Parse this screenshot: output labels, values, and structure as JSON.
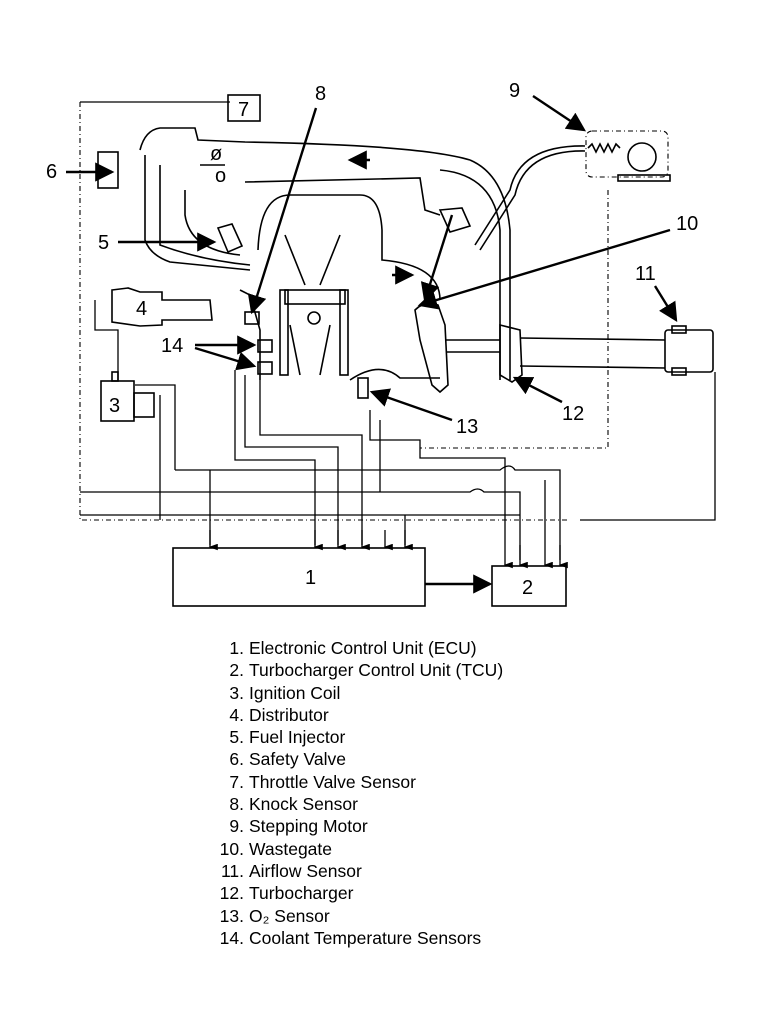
{
  "diagram": {
    "callouts": [
      "1",
      "2",
      "3",
      "4",
      "5",
      "6",
      "7",
      "8",
      "9",
      "10",
      "11",
      "12",
      "13",
      "14"
    ],
    "components": {
      "ecu": "1",
      "tcu": "2",
      "ignition_coil": "3",
      "distributor": "4",
      "fuel_injector": "5",
      "safety_valve": "6",
      "throttle_valve_sensor": "7",
      "knock_sensor": "8",
      "stepping_motor": "9",
      "wastegate": "10",
      "airflow_sensor": "11",
      "turbocharger": "12",
      "o2_sensor": "13",
      "coolant_temperature_sensors": "14"
    }
  },
  "legend": [
    {
      "num": "1.",
      "label": "Electronic Control Unit (ECU)"
    },
    {
      "num": "2.",
      "label": "Turbocharger Control Unit (TCU)"
    },
    {
      "num": "3.",
      "label": "Ignition Coil"
    },
    {
      "num": "4.",
      "label": "Distributor"
    },
    {
      "num": "5.",
      "label": "Fuel Injector"
    },
    {
      "num": "6.",
      "label": "Safety Valve"
    },
    {
      "num": "7.",
      "label": "Throttle Valve Sensor"
    },
    {
      "num": "8.",
      "label": "Knock Sensor"
    },
    {
      "num": "9.",
      "label": "Stepping Motor"
    },
    {
      "num": "10.",
      "label": "Wastegate"
    },
    {
      "num": "11.",
      "label": "Airflow Sensor"
    },
    {
      "num": "12.",
      "label": "Turbocharger"
    },
    {
      "num": "13.",
      "label": "O₂ Sensor"
    },
    {
      "num": "14.",
      "label": "Coolant Temperature Sensors"
    }
  ]
}
